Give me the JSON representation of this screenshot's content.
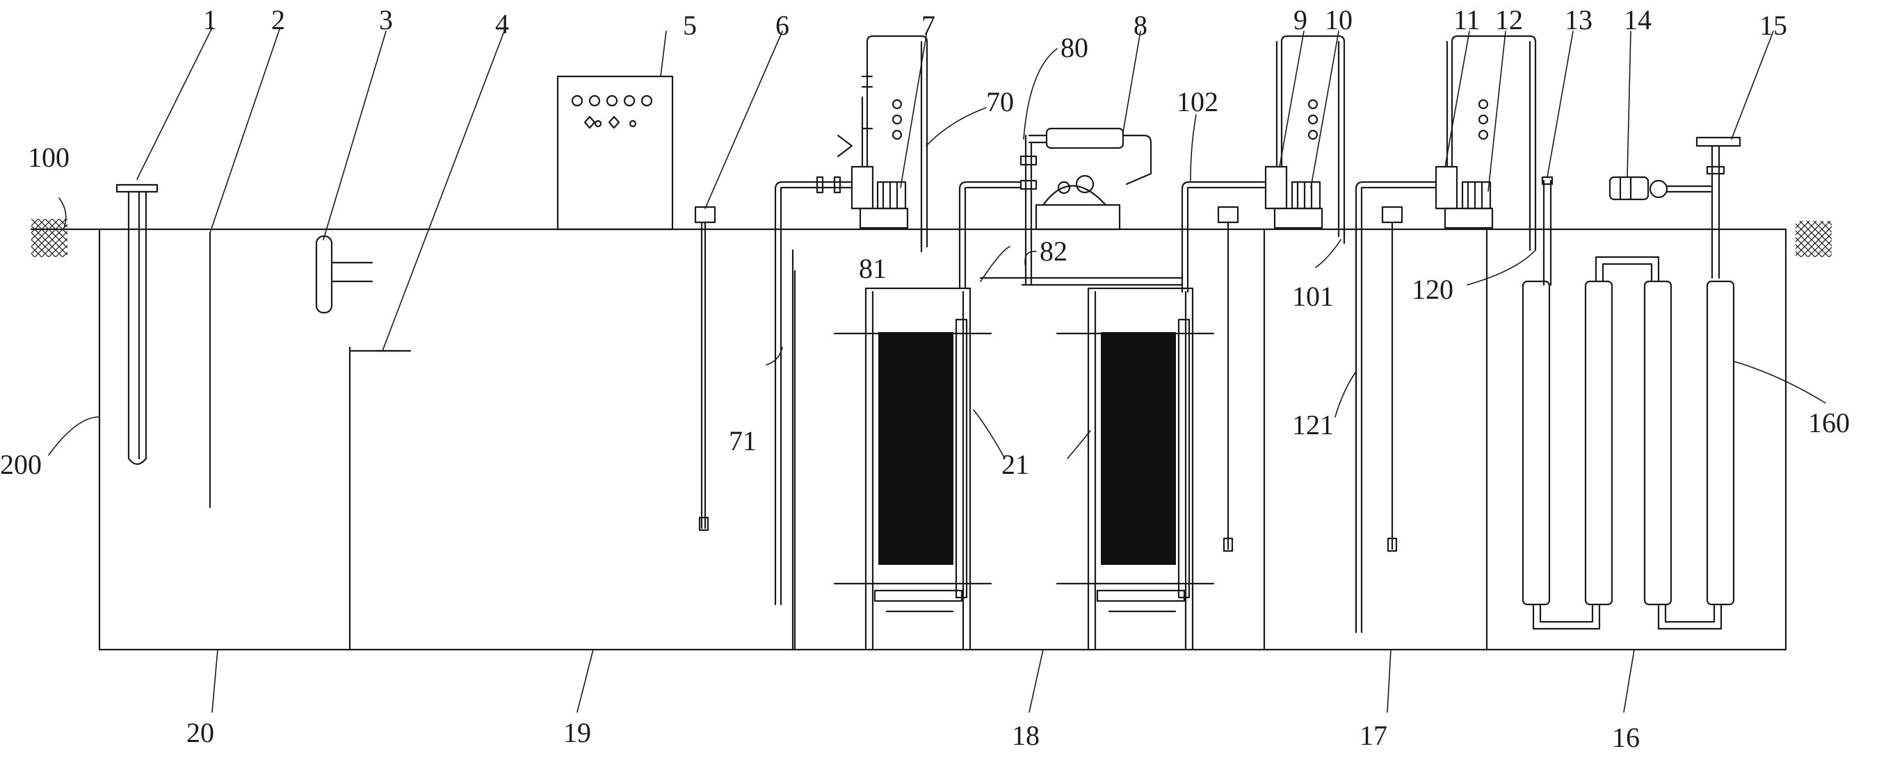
{
  "diagram": {
    "colors": {
      "line": "#1a1a1a",
      "fill_dark": "#111111",
      "bg": "#ffffff"
    },
    "labels": {
      "l1": "1",
      "l2": "2",
      "l3": "3",
      "l4": "4",
      "l5": "5",
      "l6": "6",
      "l7": "7",
      "l8": "8",
      "l9": "9",
      "l10": "10",
      "l11": "11",
      "l12": "12",
      "l13": "13",
      "l14": "14",
      "l15": "15",
      "l16": "16",
      "l17": "17",
      "l18": "18",
      "l19": "19",
      "l20": "20",
      "l21": "21",
      "l70": "70",
      "l71": "71",
      "l80": "80",
      "l81": "81",
      "l82": "82",
      "l100": "100",
      "l101": "101",
      "l102": "102",
      "l120": "120",
      "l121": "121",
      "l160": "160",
      "l200": "200"
    }
  }
}
